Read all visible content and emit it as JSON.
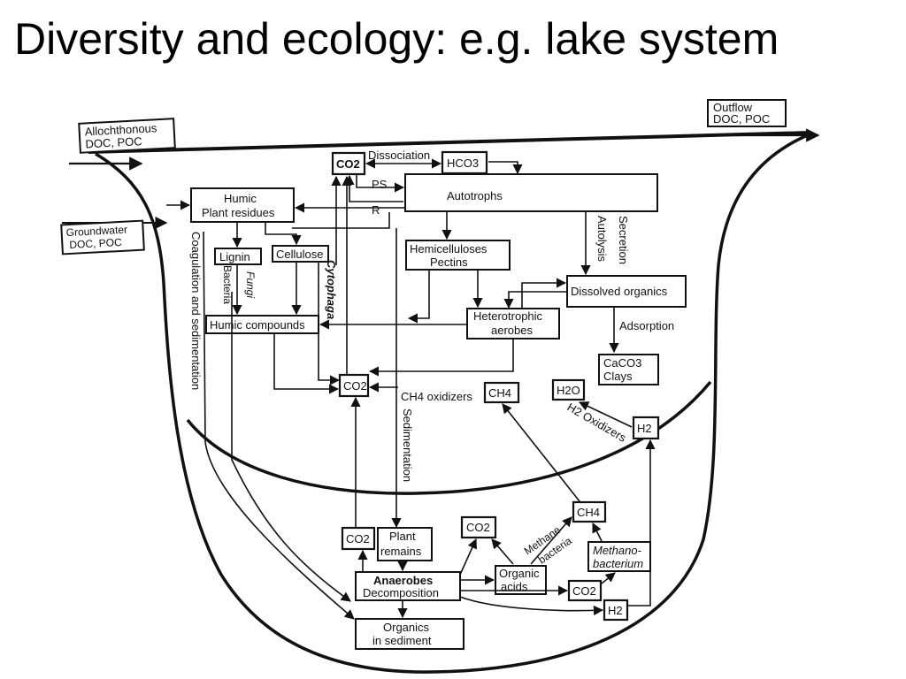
{
  "title": "Diversity and ecology: e.g. lake system",
  "inputs": {
    "allochthonous": [
      "Allochthonous",
      "DOC, POC"
    ],
    "groundwater": [
      "Groundwater",
      "DOC, POC"
    ],
    "outflow": [
      "Outflow",
      "DOC, POC"
    ]
  },
  "nodes": {
    "co2_top": "CO2",
    "hco3": "HCO3",
    "autotrophs": "Autotrophs",
    "humic_plant": [
      "Humic",
      "Plant residues"
    ],
    "lignin": "Lignin",
    "cellulose": "Cellulose",
    "hemicelluloses": [
      "Hemicelluloses",
      "Pectins"
    ],
    "dissolved_organics": "Dissolved organics",
    "humic_compounds": "Humic compounds",
    "heterotrophic": [
      "Heterotrophic",
      "aerobes"
    ],
    "caco3": [
      "CaCO3",
      "Clays"
    ],
    "co2_mid": "CO2",
    "ch4_mid": "CH4",
    "h2o": "H2O",
    "h2_mid": "H2",
    "co2_left_bottom": "CO2",
    "plant_remains": [
      "Plant",
      "remains"
    ],
    "co2_bottom": "CO2",
    "ch4_bottom": "CH4",
    "methanobacterium": [
      "Methano-",
      "bacterium"
    ],
    "anaerobes": [
      "Anaerobes",
      "Decomposition"
    ],
    "organic_acids": [
      "Organic",
      "acids"
    ],
    "co2_low": "CO2",
    "h2_low": "H2",
    "organics_sediment": [
      "Organics",
      "in sediment"
    ]
  },
  "labels": {
    "dissociation": "Dissociation",
    "ps": "PS",
    "r": "R",
    "autolysis": "Autolysis",
    "secretion": "Secretion",
    "coagulation": "Coagulation and sedimentation",
    "fungi": "Fungi",
    "bacteria": "Bacteria",
    "cytophaga": "Cytophaga",
    "adsorption": "Adsorption",
    "ch4_oxidizers": "CH4 oxidizers",
    "h2_oxidizers": "H2 Oxidizers",
    "sedimentation": "Sedimentation",
    "methane_bacteria": [
      "Methane",
      "bacteria"
    ]
  }
}
